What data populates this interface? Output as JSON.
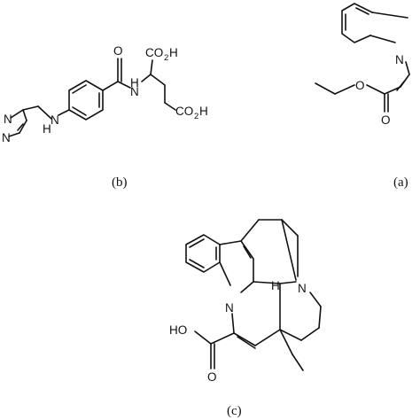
{
  "panels": {
    "a": {
      "label": "(a)",
      "atoms": {
        "n": "N",
        "o_ester": "O",
        "o_carbonyl": "O"
      }
    },
    "b": {
      "label": "(b)",
      "atoms": {
        "n_ring_top": "N",
        "n_ring_bottom": "N",
        "nh_amine": "H",
        "nh_n": "N",
        "nh_amide_h": "H",
        "nh_amide_n": "N",
        "o_amide": "O",
        "co2h_top": "CO",
        "co2h_top_sub": "2",
        "co2h_top_h": "H",
        "co2h_bottom": "CO",
        "co2h_bottom_sub": "2",
        "co2h_bottom_h": "H"
      }
    },
    "c": {
      "label": "(c)",
      "atoms": {
        "n_indole": "N",
        "n_amine": "N",
        "h_stereo": "H",
        "ho": "HO",
        "o_carbonyl": "O"
      }
    }
  }
}
